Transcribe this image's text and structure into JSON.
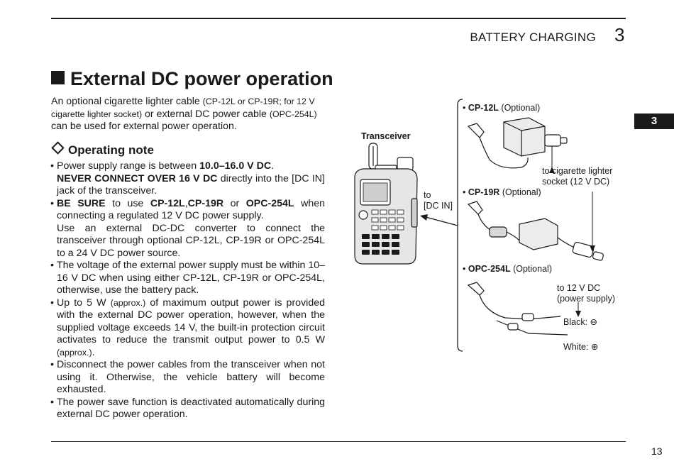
{
  "header": {
    "title": "BATTERY CHARGING",
    "chapter_number": "3"
  },
  "side_tab": "3",
  "page_number": "13",
  "section": {
    "title": "External DC power operation"
  },
  "intro": {
    "t1": "An optional cigarette lighter cable ",
    "t2": "(CP-12L or CP-19R; for 12 V cigarette lighter socket)",
    "t3": " or external DC power cable ",
    "t4": "(OPC-254L)",
    "t5": " can be used for external power operation."
  },
  "operating_note": {
    "title": "Operating note",
    "b1": {
      "t1": "Power supply range is between ",
      "t2": "10.0–16.0 V DC",
      "t3": ".",
      "t4": "NEVER CONNECT OVER 16 V DC",
      "t5": " directly into the [DC IN] jack of the transceiver."
    },
    "b2": {
      "t1": "BE SURE",
      "t2": " to use ",
      "t3": "CP-12L",
      "t4": ",",
      "t5": "CP-19R",
      "t6": " or ",
      "t7": "OPC-254L",
      "t8": " when connecting a regulated 12 V DC power supply.",
      "t9": "Use an external DC-DC converter to connect the transceiver through optional CP-12L, CP-19R or OPC-254L to a 24 V DC power source."
    },
    "b3": {
      "t1": "The voltage of the external power supply must be within 10–16 V DC when using either CP-12L, CP-19R or OPC-254L, otherwise, use the battery pack."
    },
    "b4": {
      "t1": "Up to 5 W ",
      "t2": "(approx.)",
      "t3": " of maximum output power is provided with the external DC power operation, however, when the supplied voltage exceeds 14 V, the built-in protection circuit activates to reduce the transmit output power to 0.5 W ",
      "t4": "(approx.)",
      "t5": "."
    },
    "b5": {
      "t1": "Disconnect the power cables from the transceiver when not using it. Otherwise, the vehicle battery will become exhausted."
    },
    "b6": {
      "t1": "The power save function is deactivated automatically during external DC power operation."
    }
  },
  "diagram": {
    "transceiver_label": "Transceiver",
    "to_dcin_1": "to",
    "to_dcin_2": "[DC IN]",
    "cp12l": {
      "name": "CP-12L",
      "opt": "(Optional)"
    },
    "cigarette_1": "to cigarette lighter",
    "cigarette_2": "socket (12 V DC)",
    "cp19r": {
      "name": "CP-19R",
      "opt": "(Optional)"
    },
    "opc254l": {
      "name": "OPC-254L",
      "opt": "(Optional)"
    },
    "supply_1": "to 12 V DC",
    "supply_2": "(power supply)",
    "black": "Black: ⊖",
    "white": "White: ⊕"
  }
}
